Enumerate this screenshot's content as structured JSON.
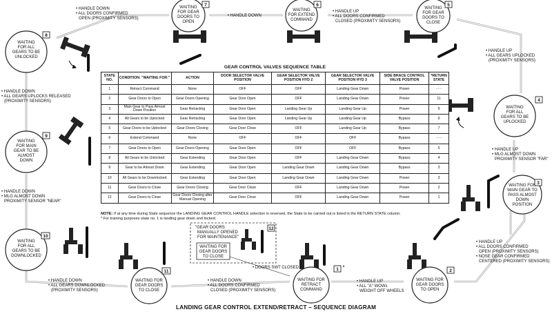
{
  "main_title": "LANDING GEAR CONTROL EXTEND/RETRACT – SEQUENCE DIAGRAM",
  "table": {
    "title": "GEAR CONTROL VALVES SEQUENCE TABLE",
    "headers": [
      "STATE NO.",
      "CONDITION: \"WAITING FOR:\"",
      "ACTION",
      "DOOR SELECTOR VALVE POSITION",
      "GEAR SELECTOR VALVE POSITION HYD 2",
      "GEAR SELECTOR VALVE POSITION HYD 3",
      "SIDE BRACE CONTROL VALVE POSITION",
      "*RETURN STATE"
    ],
    "rows": [
      [
        "1",
        "Retract Command",
        "None",
        "OFF",
        "OFF",
        "Landing Gear Down",
        "Power",
        "- - -"
      ],
      [
        "2",
        "Gear Doors to Open",
        "Gear Doors Opening",
        "Gear Door Open",
        "OFF",
        "Landing Gear Down",
        "Power",
        "11"
      ],
      [
        "3",
        "Main Gear to Pass Almost Down Position",
        "Gear Retracting",
        "Gear Door Open",
        "Landing Gear Up",
        "Landing Gear Up",
        "Power",
        "9"
      ],
      [
        "4",
        "All Gears to be Uplocked",
        "Gear Retracting",
        "Gear Door Open",
        "Landing Gear Up",
        "Landing Gear Up",
        "Bypass",
        "9"
      ],
      [
        "5",
        "Gear Doors to be Uplocked",
        "Gear Doors Closing",
        "Gear Door Close",
        "OFF",
        "Landing Gear Up",
        "Bypass",
        "7"
      ],
      [
        "6",
        "Extend Command",
        "None",
        "OFF",
        "OFF",
        "OFF",
        "Bypass",
        "- - -"
      ],
      [
        "7",
        "Gear Doors to Open",
        "Gear Doors Opening",
        "Gear Door Open",
        "OFF",
        "OFF",
        "Bypass",
        "5"
      ],
      [
        "8",
        "All Gears to be Unlocked",
        "Gear Extending",
        "Gear Door Open",
        "OFF",
        "Landing Gear Down",
        "Bypass",
        "4"
      ],
      [
        "9",
        "Gear to be Almost Down",
        "Gear Extending",
        "Gear Door Open",
        "Landing Gear Down",
        "Landing Gear Down",
        "Bypass",
        "3"
      ],
      [
        "10",
        "All Gears to be Downlocked",
        "Gear Extending",
        "Gear Door Open",
        "Landing Gear Down",
        "Landing Gear Down",
        "Power",
        "3"
      ],
      [
        "11",
        "Gear Doors to Close",
        "Gear Doors Closing",
        "Gear Door Close",
        "OFF",
        "Landing Gear Down",
        "Power",
        "2"
      ],
      [
        "12",
        "Gear Doors to Close",
        "Gear Doors Closing after Manual Opening",
        "Gear Door Close",
        "OFF",
        "Landing Gear Down",
        "Power",
        "1"
      ]
    ],
    "note_bold": "NOTE:",
    "note_text": " If at any time during State sequence the LANDING GEAR CONTROL HANDLE selection is reversed, the State to be carried out is listed in the RETURN STATE column.",
    "note_line2": "* For training purposes state no. 1 is landing gear down and locked."
  },
  "states": {
    "s1": {
      "num": "1",
      "lines": [
        "WAITING FOR",
        "RETRACT",
        "COMMAND"
      ]
    },
    "s2": {
      "num": "2",
      "lines": [
        "WAITING FOR",
        "GEAR DOORS",
        "TO OPEN"
      ]
    },
    "s3": {
      "num": "3",
      "lines": [
        "WAITING FOR",
        "MAIN GEAR TO",
        "PASS ALMOST",
        "DOWN",
        "POSITION"
      ]
    },
    "s4": {
      "num": "4",
      "lines": [
        "WAITING",
        "FOR ALL",
        "GEARS TO BE",
        "UPLOCKED"
      ]
    },
    "s5": {
      "num": "5",
      "lines": [
        "WAITING",
        "FOR GEAR",
        "DOORS TO",
        "CLOSE"
      ]
    },
    "s6": {
      "num": "6",
      "lines": [
        "WAITING",
        "FOR EXTEND",
        "COMMAND"
      ]
    },
    "s7": {
      "num": "7",
      "lines": [
        "WAITING",
        "FOR GEAR",
        "DOORS TO",
        "OPEN"
      ]
    },
    "s8": {
      "num": "8",
      "lines": [
        "WAITING",
        "FOR ALL",
        "GEARS TO BE",
        "UNLOCKED"
      ]
    },
    "s9": {
      "num": "9",
      "lines": [
        "WAITING",
        "FOR MAIN",
        "GEAR TO BE",
        "ALMOST",
        "DOWN"
      ]
    },
    "s10": {
      "num": "10",
      "lines": [
        "WAITING",
        "FOR ALL",
        "GEARS TO BE",
        "DOWNLOCKED"
      ]
    },
    "s11": {
      "num": "11",
      "lines": [
        "WAITING FOR",
        "GEAR DOORS",
        "TO CLOSE"
      ]
    },
    "s12": {
      "num": "12",
      "box_lines": [
        "WAITING FOR",
        "GEAR DOORS",
        "TO CLOSE"
      ],
      "label_lines": [
        "\"GEAR DOORS",
        "MANUALLY OPENED",
        "FOR MAINTENANCE\""
      ]
    }
  },
  "transitions": {
    "t1_2": [
      "• HANDLE UP",
      "• ALL \"A\" WOWs",
      "WEIGHT OFF WHEELS"
    ],
    "t2_3": [
      "• HANDLE UP",
      "• ALL DOORS CONFIRMED",
      "OPEN (PROXIMITY SENSORS)",
      "• NOSE GEAR CONFIRMED",
      "CENTERED (PROXIMITY SENSORS)"
    ],
    "t3_4": [
      "• HANDLE UP",
      "• MLG ALMOST DOWN",
      "PROXIMITY SENSOR \"FAR\""
    ],
    "t4_5": [
      "• HANDLE UP",
      "• ALL GEARS UPLOCKED",
      "(PROXIMITY SENSORS)"
    ],
    "t5_6": [
      "• HANDLE UP",
      "• ALL DOORS CONFIRMED",
      "CLOSED (PROXIMITY SENSORS)"
    ],
    "t6_7": [
      "• HANDLE DOWN"
    ],
    "t7_8": [
      "• HANDLE DOWN",
      "• ALL DOORS CONFIRMED",
      "OPEN (PROXIMITY SENSORS)"
    ],
    "t8_9": [
      "• HANDLE DOWN",
      "• ALL GEARS UPLOCKS RELEASED",
      "(PROXIMITY SENSORS)"
    ],
    "t9_10": [
      "• HANDLE DOWN",
      "• MLG ALMOST DOWN",
      "PROXIMITY SENSOR \"NEAR\""
    ],
    "t10_11": [
      "• HANDLE DOWN",
      "• ALL GEARS DOWNLOCKED",
      "(PROXIMITY SENSORS)"
    ],
    "t11_1": [
      "• HANDLE DOWN",
      "• ALL DOORS CONFIRMED",
      "CLOSED (PROXIMITY SENSORS)"
    ],
    "t12_1": [
      "• DOORS SWT CLOSED"
    ]
  },
  "star_mark": "*"
}
